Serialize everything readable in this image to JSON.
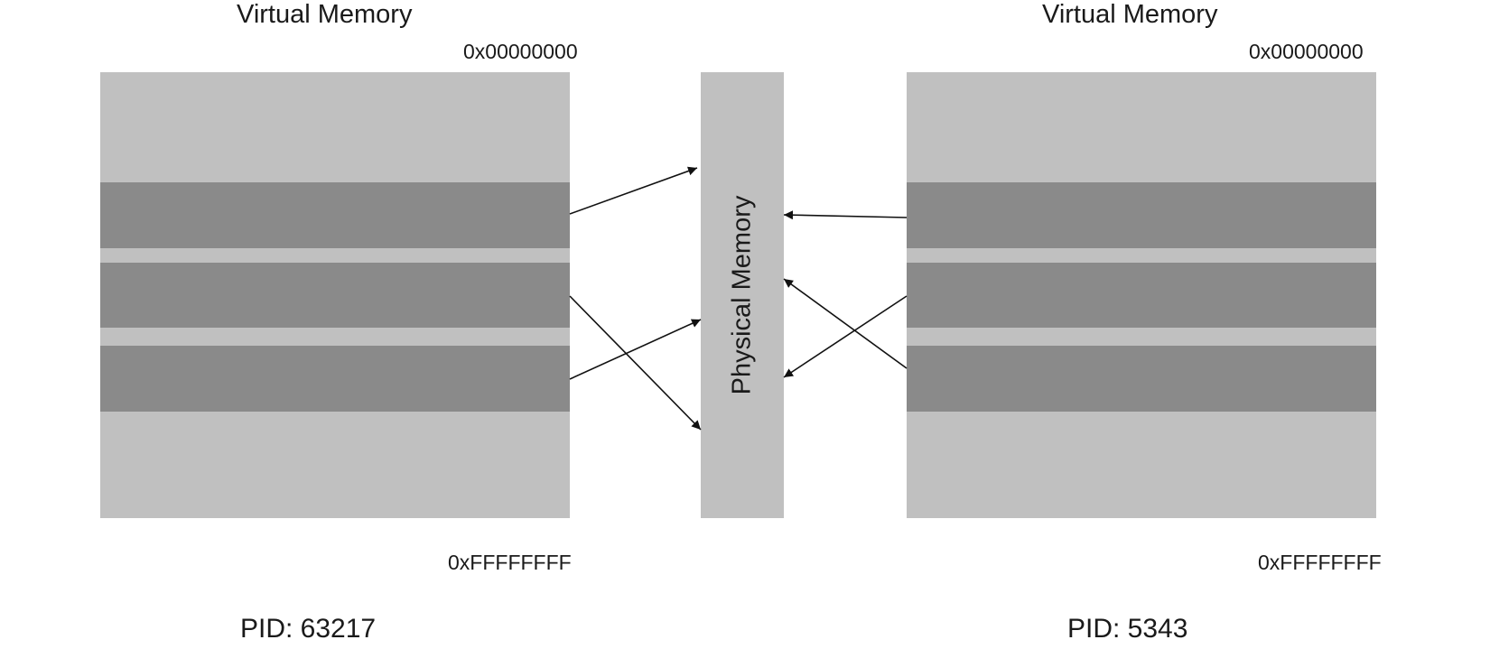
{
  "left": {
    "title": "Virtual Memory",
    "addr_top": "0x00000000",
    "addr_bottom": "0xFFFFFFFF",
    "pid": "PID: 63217"
  },
  "right": {
    "title": "Virtual Memory",
    "addr_top": "0x00000000",
    "addr_bottom": "0xFFFFFFFF",
    "pid": "PID: 5343"
  },
  "physical": {
    "label": "Physical Memory"
  },
  "colors": {
    "memory_fill": "#c0c0c0",
    "mapped_region": "#8a8a8a",
    "arrow": "#111111"
  }
}
